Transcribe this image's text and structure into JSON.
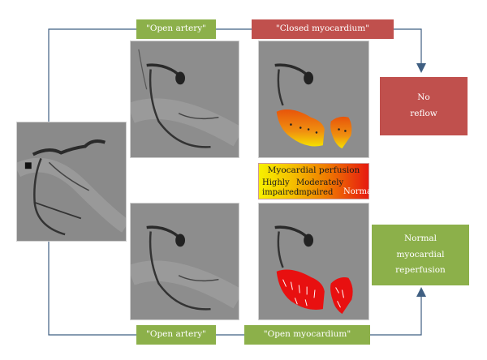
{
  "labels": {
    "open_artery_top": "\"Open artery\"",
    "closed_myocardium": "\"Closed myocardium\"",
    "open_artery_bottom": "\"Open artery\"",
    "open_myocardium": "\"Open myocardium\""
  },
  "outcomes": {
    "no_reflow": [
      "No",
      "reflow"
    ],
    "normal_reperfusion": [
      "Normal",
      "myocardial",
      "reperfusion"
    ]
  },
  "legend": {
    "title": "Myocardial perfusion",
    "highly_impaired": [
      "Highly",
      "impaired"
    ],
    "moderately_impaired": [
      "Moderately",
      "impaired"
    ],
    "normal": "Normal"
  },
  "colors": {
    "green_box": "#8cb04a",
    "red_box": "#c0504d",
    "connector": "#3f5f82",
    "angiogram_bg": "#8e8e8e",
    "perfusion_impaired_high": "#f7f000",
    "perfusion_impaired_moderate": "#f08000",
    "perfusion_normal": "#e61a10"
  }
}
